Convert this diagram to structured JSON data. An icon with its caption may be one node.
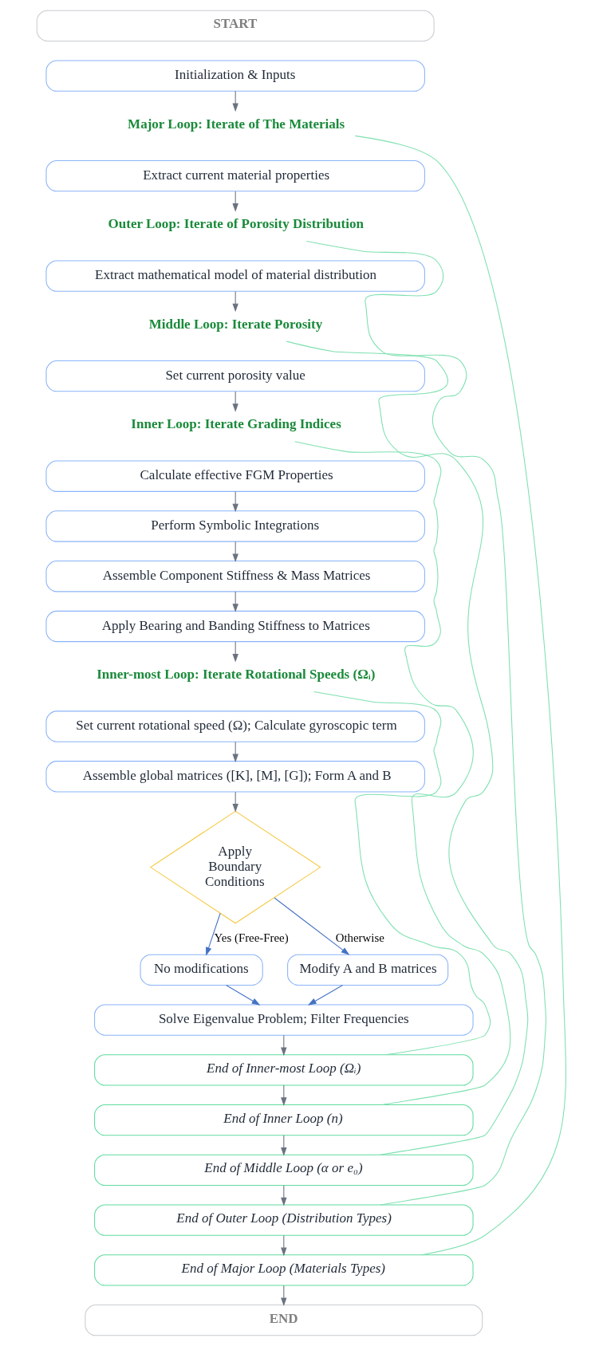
{
  "diagram": {
    "nodes": [
      {
        "text": [
          "START"
        ]
      },
      {
        "text": [
          "Initialization & Inputs"
        ]
      },
      {
        "text": [
          "Major Loop: Iterate of The Materials"
        ]
      },
      {
        "text": [
          "Extract current material properties"
        ]
      },
      {
        "text": [
          "Outer Loop: Iterate of Porosity Distribution"
        ]
      },
      {
        "text": [
          "Extract mathematical model of material distribution"
        ]
      },
      {
        "text": [
          "Middle Loop: Iterate Porosity"
        ]
      },
      {
        "text": [
          "Set current porosity value"
        ]
      },
      {
        "text": [
          "Inner Loop: Iterate Grading Indices"
        ]
      },
      {
        "text": [
          "Calculate effective FGM Properties"
        ]
      },
      {
        "text": [
          "Perform Symbolic Integrations"
        ]
      },
      {
        "text": [
          "Assemble Component Stiffness & Mass Matrices"
        ]
      },
      {
        "text": [
          "Apply Bearing and Banding Stiffness to Matrices"
        ]
      },
      {
        "text": [
          "Inner-most Loop: Iterate Rotational Speeds (Ωᵢ)"
        ]
      },
      {
        "text": [
          "Set current rotational speed (Ω); Calculate gyroscopic term"
        ]
      },
      {
        "text": [
          "Assemble global matrices ([K], [M], [G]); Form A and B"
        ]
      },
      {
        "text": [
          "Apply Boundary Conditions"
        ]
      },
      {
        "text": [
          "No modifications"
        ]
      },
      {
        "text": [
          "Modify A and B matrices"
        ]
      },
      {
        "text": [
          "Solve Eigenvalue Problem; Filter Frequencies"
        ]
      },
      {
        "text": [
          "End of Inner-most Loop (Ωᵢ)"
        ]
      },
      {
        "text": [
          "End of Inner Loop (n)"
        ]
      },
      {
        "text": [
          "End of Middle Loop (α or e₀)"
        ]
      },
      {
        "text": [
          "End of Outer Loop (Distribution Types)"
        ]
      },
      {
        "text": [
          "End of Major Loop (Materials Types)"
        ]
      },
      {
        "text": [
          "END"
        ]
      }
    ],
    "edges": [
      {
        "from": 1,
        "to": 2,
        "arrow": "to"
      },
      {
        "from": 3,
        "to": 4,
        "arrow": "to"
      },
      {
        "from": 5,
        "to": 6,
        "arrow": "to"
      },
      {
        "from": 7,
        "to": 8,
        "arrow": "to"
      },
      {
        "from": 9,
        "to": 10,
        "arrow": "to"
      },
      {
        "from": 10,
        "to": 11,
        "arrow": "to"
      },
      {
        "from": 11,
        "to": 12,
        "arrow": "to"
      },
      {
        "from": 12,
        "to": 13,
        "arrow": "to"
      },
      {
        "from": 14,
        "to": 15,
        "arrow": "to"
      },
      {
        "from": 15,
        "to": 16,
        "arrow": "to"
      },
      {
        "from": 16,
        "to": 17,
        "arrow": "to",
        "label": "Yes (Free-Free)",
        "color": "#4472c4"
      },
      {
        "from": 16,
        "to": 18,
        "arrow": "to",
        "label": "Otherwise",
        "color": "#4472c4"
      },
      {
        "from": 17,
        "to": 19,
        "arrow": "to",
        "color": "#4472c4"
      },
      {
        "from": 18,
        "to": 19,
        "arrow": "to",
        "color": "#4472c4"
      },
      {
        "from": 19,
        "to": 20,
        "arrow": "to"
      },
      {
        "from": 20,
        "to": 21,
        "arrow": "to"
      },
      {
        "from": 21,
        "to": 22,
        "arrow": "to"
      },
      {
        "from": 22,
        "to": 23,
        "arrow": "to"
      },
      {
        "from": 23,
        "to": 24,
        "arrow": "to"
      },
      {
        "from": 24,
        "to": 25,
        "arrow": "to"
      },
      {
        "from": 2,
        "to": 24,
        "arrow": "none",
        "color": "#7ee0b0"
      },
      {
        "from": 4,
        "to": 23,
        "arrow": "none",
        "color": "#7ee0b0"
      },
      {
        "from": 6,
        "to": 22,
        "arrow": "none",
        "color": "#7ee0b0"
      },
      {
        "from": 8,
        "to": 21,
        "arrow": "none",
        "color": "#7ee0b0"
      },
      {
        "from": 13,
        "to": 20,
        "arrow": "none",
        "color": "#7ee0b0"
      }
    ]
  }
}
